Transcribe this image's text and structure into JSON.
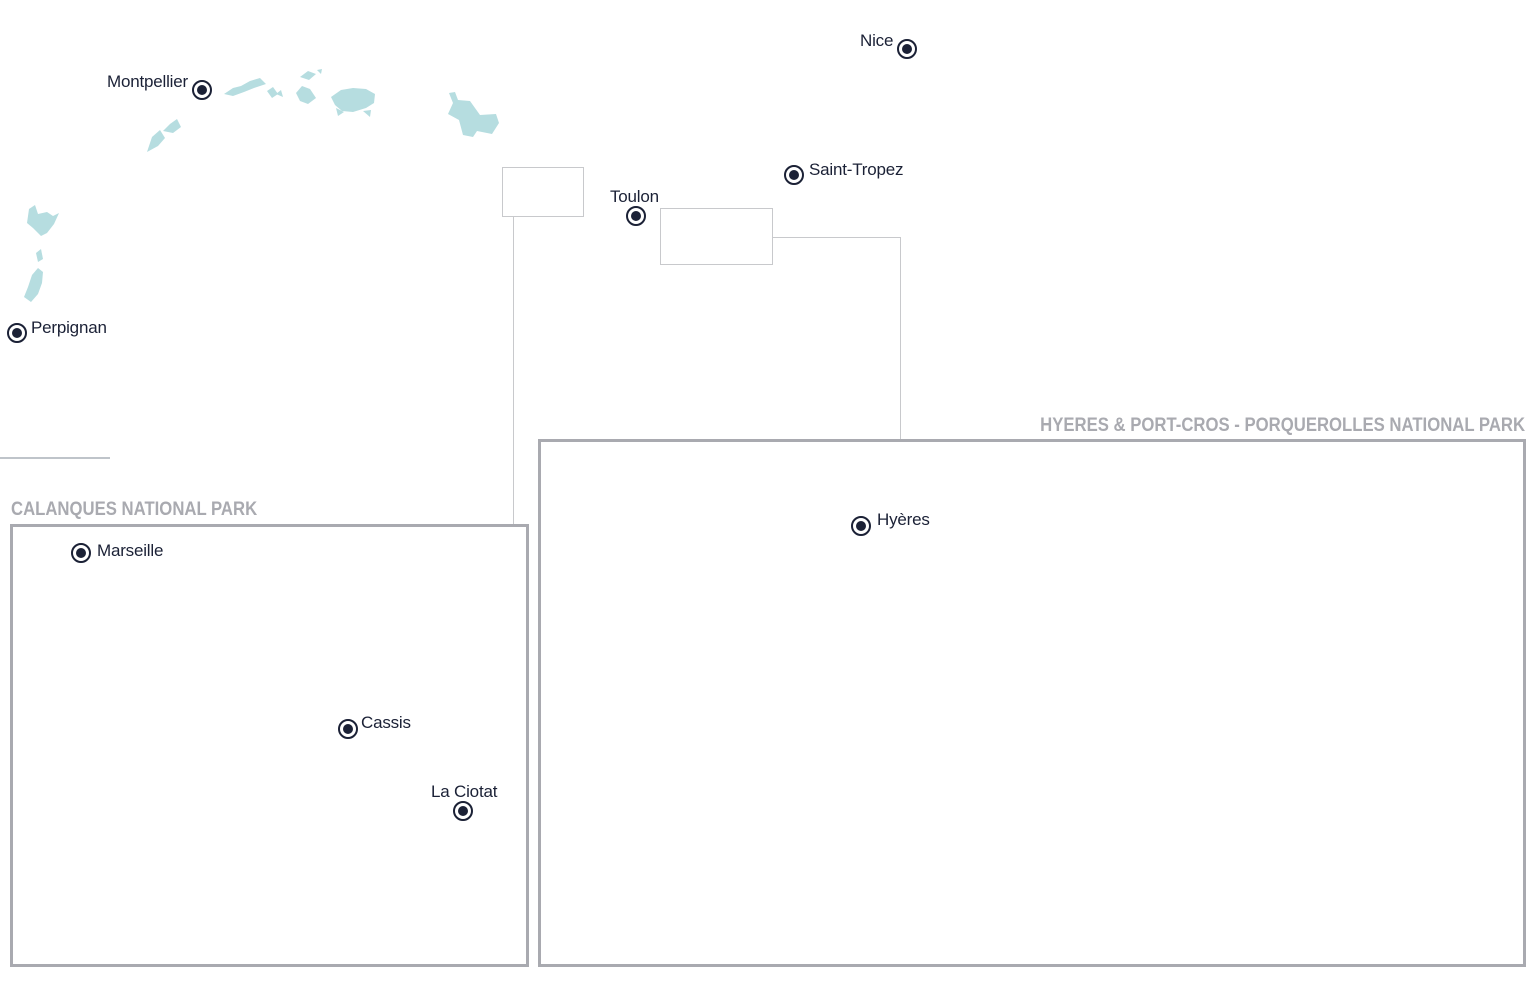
{
  "map": {
    "colors": {
      "marker": "#1b2136",
      "park_frame": "#a9aab0",
      "leader_line": "#c8c9cc",
      "wetland_area": "#b6dde0"
    },
    "cities": {
      "nice": "Nice",
      "montpellier": "Montpellier",
      "saint_tropez": "Saint-Tropez",
      "toulon": "Toulon",
      "perpignan": "Perpignan",
      "marseille": "Marseille",
      "cassis": "Cassis",
      "la_ciotat": "La Ciotat",
      "hyeres": "Hyères"
    },
    "parks": {
      "calanques": "CALANQUES NATIONAL PARK",
      "hyeres_port_cros": "HYERES & PORT-CROS - PORQUEROLLES NATIONAL PARK"
    }
  }
}
